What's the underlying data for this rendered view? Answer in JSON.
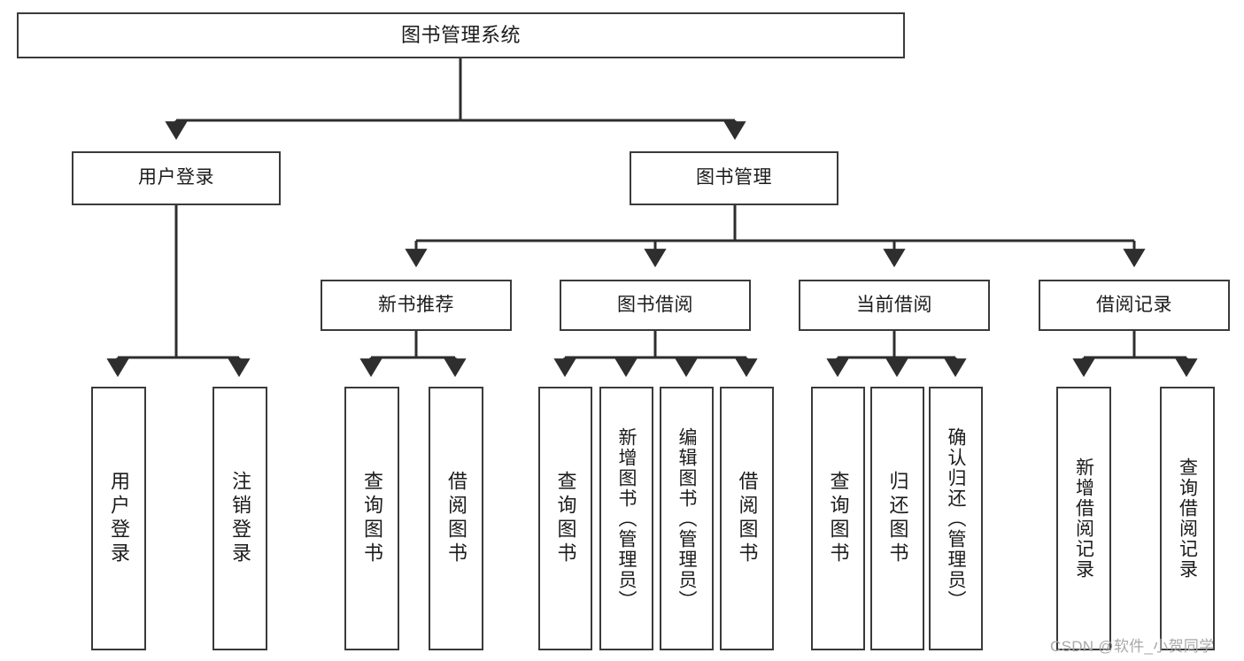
{
  "diagram": {
    "title": "图书管理系统",
    "type": "hierarchy-tree",
    "root": {
      "id": "root",
      "label": "图书管理系统"
    },
    "level1": [
      {
        "id": "user-login",
        "label": "用户登录"
      },
      {
        "id": "book-manage",
        "label": "图书管理"
      }
    ],
    "level2": [
      {
        "id": "new-book-recommend",
        "label": "新书推荐",
        "parent": "book-manage"
      },
      {
        "id": "book-borrow",
        "label": "图书借阅",
        "parent": "book-manage"
      },
      {
        "id": "current-borrow",
        "label": "当前借阅",
        "parent": "book-manage"
      },
      {
        "id": "borrow-record",
        "label": "借阅记录",
        "parent": "book-manage"
      }
    ],
    "leaves": [
      {
        "id": "leaf-user-login",
        "label": "用户登录",
        "parent": "user-login"
      },
      {
        "id": "leaf-logout",
        "label": "注销登录",
        "parent": "user-login"
      },
      {
        "id": "leaf-query-book-1",
        "label": "查询图书",
        "parent": "new-book-recommend"
      },
      {
        "id": "leaf-borrow-book-1",
        "label": "借阅图书",
        "parent": "new-book-recommend"
      },
      {
        "id": "leaf-query-book-2",
        "label": "查询图书",
        "parent": "book-borrow"
      },
      {
        "id": "leaf-add-book",
        "label": "新增图书（管理员）",
        "parent": "book-borrow"
      },
      {
        "id": "leaf-edit-book",
        "label": "编辑图书（管理员）",
        "parent": "book-borrow"
      },
      {
        "id": "leaf-borrow-book-2",
        "label": "借阅图书",
        "parent": "book-borrow"
      },
      {
        "id": "leaf-query-book-3",
        "label": "查询图书",
        "parent": "current-borrow"
      },
      {
        "id": "leaf-return-book",
        "label": "归还图书",
        "parent": "current-borrow"
      },
      {
        "id": "leaf-confirm-return",
        "label": "确认归还（管理员）",
        "parent": "current-borrow"
      },
      {
        "id": "leaf-add-record",
        "label": "新增借阅记录",
        "parent": "borrow-record"
      },
      {
        "id": "leaf-query-record",
        "label": "查询借阅记录",
        "parent": "borrow-record"
      }
    ]
  },
  "watermark": {
    "text": "CSDN @软件_小贺同学"
  },
  "colors": {
    "stroke": "#3a3a3a",
    "background": "#ffffff",
    "text": "#1b1b1b",
    "watermark": "#a8a8a8"
  }
}
